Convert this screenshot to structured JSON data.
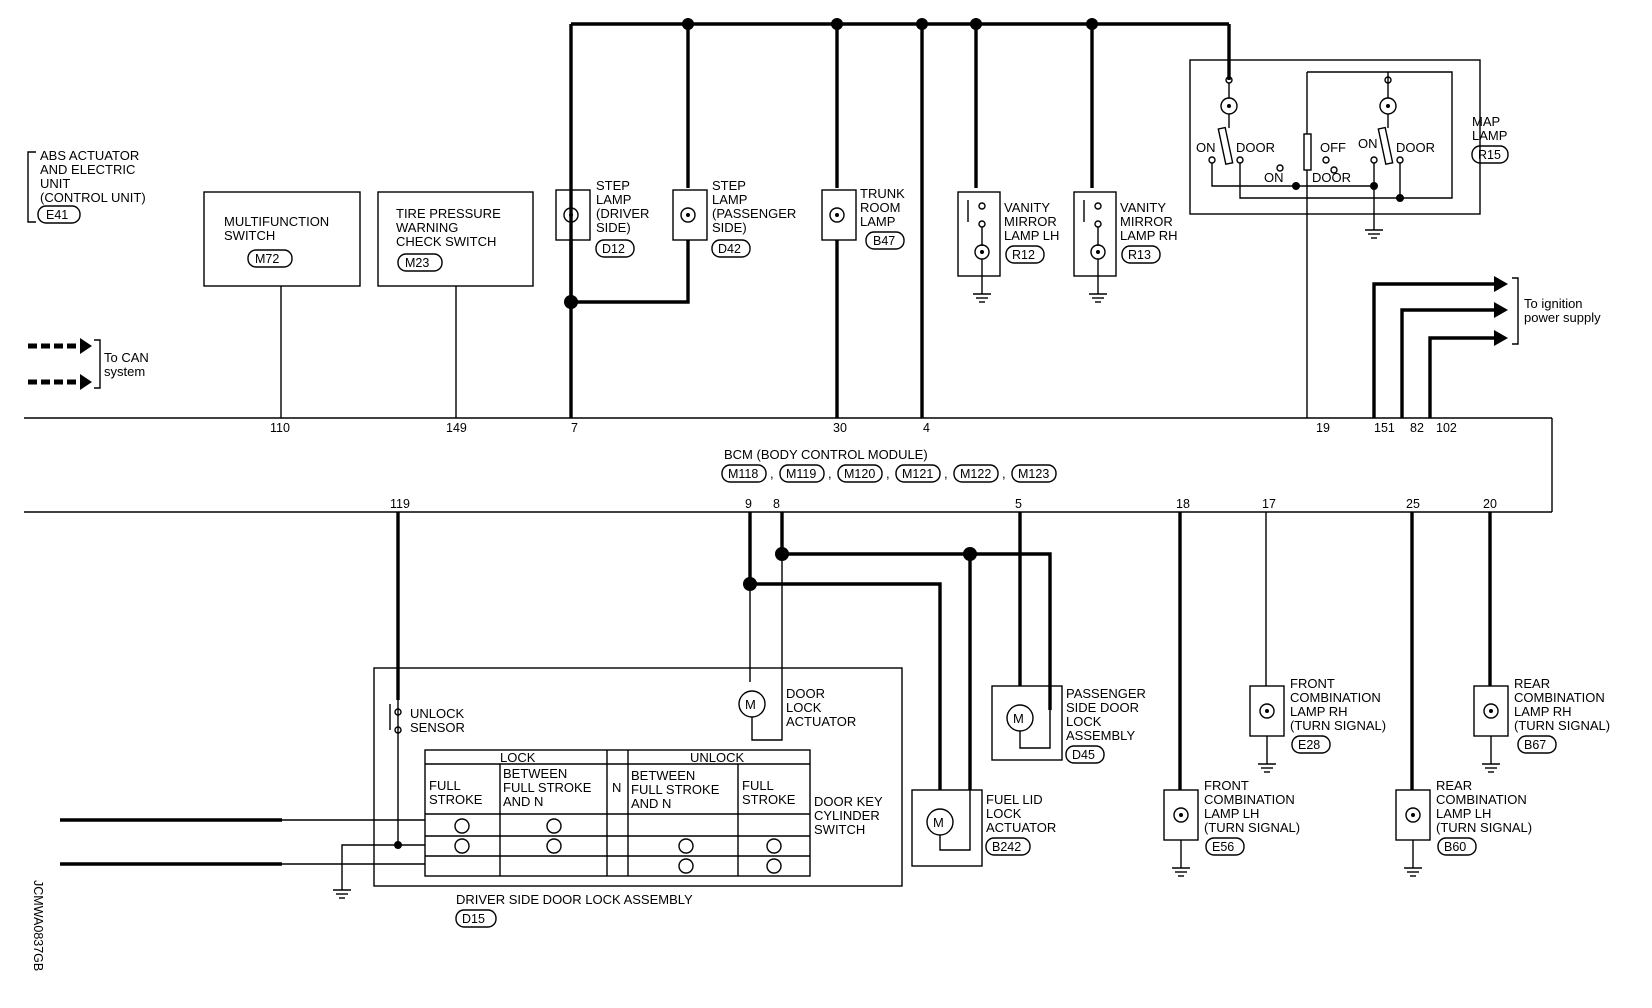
{
  "components": {
    "abs": [
      "ABS ACTUATOR",
      "AND ELECTRIC",
      "UNIT",
      "(CONTROL UNIT)"
    ],
    "abs_ref": "E41",
    "multifunction": [
      "MULTIFUNCTION",
      "SWITCH"
    ],
    "multifunction_ref": "M72",
    "tire_pressure": [
      "TIRE PRESSURE",
      "WARNING",
      "CHECK SWITCH"
    ],
    "tire_pressure_ref": "M23",
    "step_driver": [
      "STEP",
      "LAMP",
      "(DRIVER",
      "SIDE)"
    ],
    "step_driver_ref": "D12",
    "step_passenger": [
      "STEP",
      "LAMP",
      "(PASSENGER",
      "SIDE)"
    ],
    "step_passenger_ref": "D42",
    "trunk": [
      "TRUNK",
      "ROOM",
      "LAMP"
    ],
    "trunk_ref": "B47",
    "vanity_lh": [
      "VANITY",
      "MIRROR",
      "LAMP LH"
    ],
    "vanity_lh_ref": "R12",
    "vanity_rh": [
      "VANITY",
      "MIRROR",
      "LAMP RH"
    ],
    "vanity_rh_ref": "R13",
    "map_lamp": [
      "MAP",
      "LAMP"
    ],
    "map_lamp_ref": "R15",
    "map_switch": {
      "on_left": "ON",
      "door_left": "DOOR",
      "off": "OFF",
      "on_mid": "ON",
      "door_mid": "DOOR",
      "on_right": "ON",
      "door_right": "DOOR"
    },
    "ignition": [
      "To ignition",
      "power supply"
    ],
    "can": [
      "To CAN",
      "system"
    ],
    "bcm": "BCM (BODY CONTROL MODULE)",
    "bcm_refs": [
      "M118",
      "M119",
      "M120",
      "M121",
      "M122",
      "M123"
    ],
    "unlock_sensor": [
      "UNLOCK",
      "SENSOR"
    ],
    "door_lock_actuator": [
      "DOOR",
      "LOCK",
      "ACTUATOR"
    ],
    "fuel_lid": [
      "FUEL LID",
      "LOCK",
      "ACTUATOR"
    ],
    "fuel_lid_ref": "B242",
    "passenger_lock": [
      "PASSENGER",
      "SIDE DOOR",
      "LOCK",
      "ASSEMBLY"
    ],
    "passenger_lock_ref": "D45",
    "front_lh": [
      "FRONT",
      "COMBINATION",
      "LAMP LH",
      "(TURN SIGNAL)"
    ],
    "front_lh_ref": "E56",
    "front_rh": [
      "FRONT",
      "COMBINATION",
      "LAMP RH",
      "(TURN SIGNAL)"
    ],
    "front_rh_ref": "E28",
    "rear_lh": [
      "REAR",
      "COMBINATION",
      "LAMP LH",
      "(TURN SIGNAL)"
    ],
    "rear_lh_ref": "B60",
    "rear_rh": [
      "REAR",
      "COMBINATION",
      "LAMP RH",
      "(TURN SIGNAL)"
    ],
    "rear_rh_ref": "B67",
    "key_cylinder": [
      "DOOR KEY",
      "CYLINDER",
      "SWITCH"
    ],
    "driver_lock_assembly": "DRIVER SIDE DOOR LOCK ASSEMBLY",
    "driver_lock_assembly_ref": "D15",
    "motor_symbol": "M"
  },
  "switch_table": {
    "lock": "LOCK",
    "unlock": "UNLOCK",
    "full_stroke_1": [
      "FULL",
      "STROKE"
    ],
    "between_1": [
      "BETWEEN",
      "FULL STROKE",
      "AND N"
    ],
    "n": "N",
    "between_2": [
      "BETWEEN",
      "FULL STROKE",
      "AND N"
    ],
    "full_stroke_2": [
      "FULL",
      "STROKE"
    ]
  },
  "pins": {
    "top": [
      "110",
      "149",
      "7",
      "30",
      "4",
      "19",
      "151",
      "82",
      "102"
    ],
    "bottom": [
      "119",
      "9",
      "8",
      "5",
      "18",
      "17",
      "25",
      "20"
    ]
  },
  "figure_id": "JCMWA0837GB"
}
